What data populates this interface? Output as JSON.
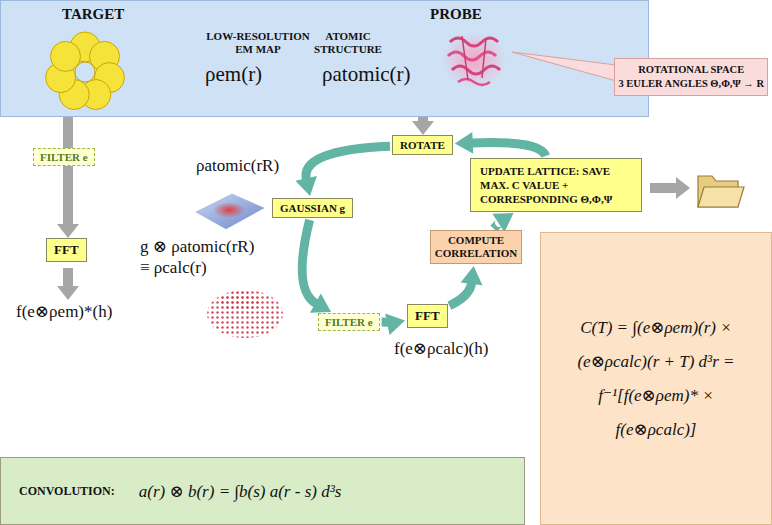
{
  "diagram": {
    "nodes": [
      {
        "text": [
          "TARGET",
          "PROBE",
          "LOW-RESOLUTION EM MAP",
          "ATOMIC STRUCTURE",
          "ρem(r)",
          "ρatomic(r)"
        ]
      },
      {
        "text": [
          "ROTATIONAL SPACE",
          "3 EULER ANGLES Θ,Φ,Ψ → R"
        ]
      },
      {
        "text": [
          "FILTER e"
        ]
      },
      {
        "text": [
          "FFT"
        ]
      },
      {
        "text": [
          "ROTATE"
        ]
      },
      {
        "text": [
          "UPDATE LATTICE: SAVE MAX. C VALUE + CORRESPONDING Θ,Φ,Ψ"
        ]
      },
      {
        "text": [
          "GAUSSIAN g"
        ]
      },
      {
        "text": [
          "COMPUTE CORRELATION"
        ]
      },
      {
        "text": [
          "FILTER e"
        ]
      },
      {
        "text": [
          "FFT"
        ]
      },
      {
        "text": [
          "C(T) = ∫(e⊗ρem)(r) × (e⊗ρcalc)(r + T) d³r = f⁻¹[f(e⊗ρem)* × f(e⊗ρcalc)]"
        ]
      },
      {
        "text": [
          "CONVOLUTION:",
          "a(r) ⊗ b(r) = ∫b(s) a(r - s) d³s"
        ]
      }
    ],
    "edges": [
      {
        "from": 0,
        "to": 2,
        "arrow": "none"
      },
      {
        "from": 2,
        "to": 3,
        "arrow": "to"
      },
      {
        "from": 0,
        "to": 4,
        "arrow": "to"
      },
      {
        "from": 4,
        "to": 6,
        "arrow": "to"
      },
      {
        "from": 6,
        "to": 8,
        "arrow": "to"
      },
      {
        "from": 8,
        "to": 9,
        "arrow": "to"
      },
      {
        "from": 9,
        "to": 7,
        "arrow": "to"
      },
      {
        "from": 7,
        "to": 5,
        "arrow": "to"
      },
      {
        "from": 5,
        "to": 4,
        "arrow": "to"
      }
    ],
    "labels": [
      "ρatomic(rR)",
      "g ⊗ ρatomic(rR)",
      "≡ ρcalc(r)",
      "f(e⊗ρem)*(h)",
      "f(e⊗ρcalc)(h)"
    ]
  }
}
